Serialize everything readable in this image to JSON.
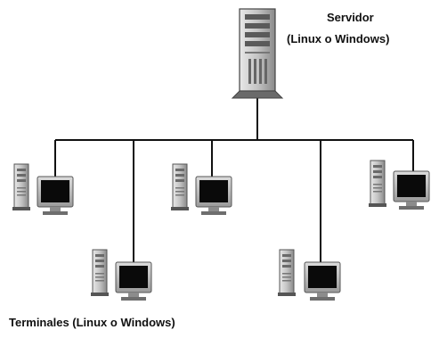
{
  "server": {
    "label_line1": "Servidor",
    "label_line2": "(Linux o Windows)",
    "icon": "server-tower-icon"
  },
  "terminals": {
    "label": "Terminales (Linux o Windows)",
    "count": 5,
    "icon": "workstation-icon"
  },
  "colors": {
    "line": "#111111",
    "case_light": "#cfcfcf",
    "case_dark": "#6e6e6e",
    "screen": "#0a0a0a",
    "monitor_frame": "#bdbdbd"
  }
}
